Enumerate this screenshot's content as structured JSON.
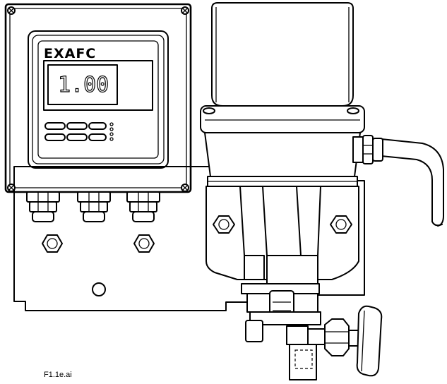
{
  "display": {
    "brand": "EXAFC",
    "reading": "1.00"
  },
  "caption": "F1.1e.ai"
}
